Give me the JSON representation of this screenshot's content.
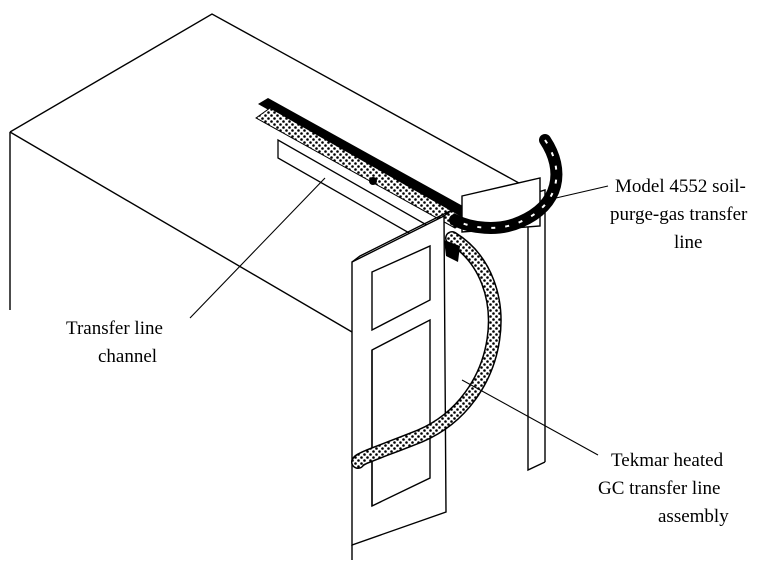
{
  "labels": {
    "model_line_1": "Model 4552 soil-",
    "model_line_2": "purge-gas transfer",
    "model_line_3": "line",
    "transfer_line_1": "Transfer line",
    "transfer_line_2": "channel",
    "tekmar_line_1": "Tekmar heated",
    "tekmar_line_2": "GC transfer line",
    "tekmar_line_3": "assembly"
  },
  "colors": {
    "ink": "#000000",
    "paper": "#ffffff"
  }
}
